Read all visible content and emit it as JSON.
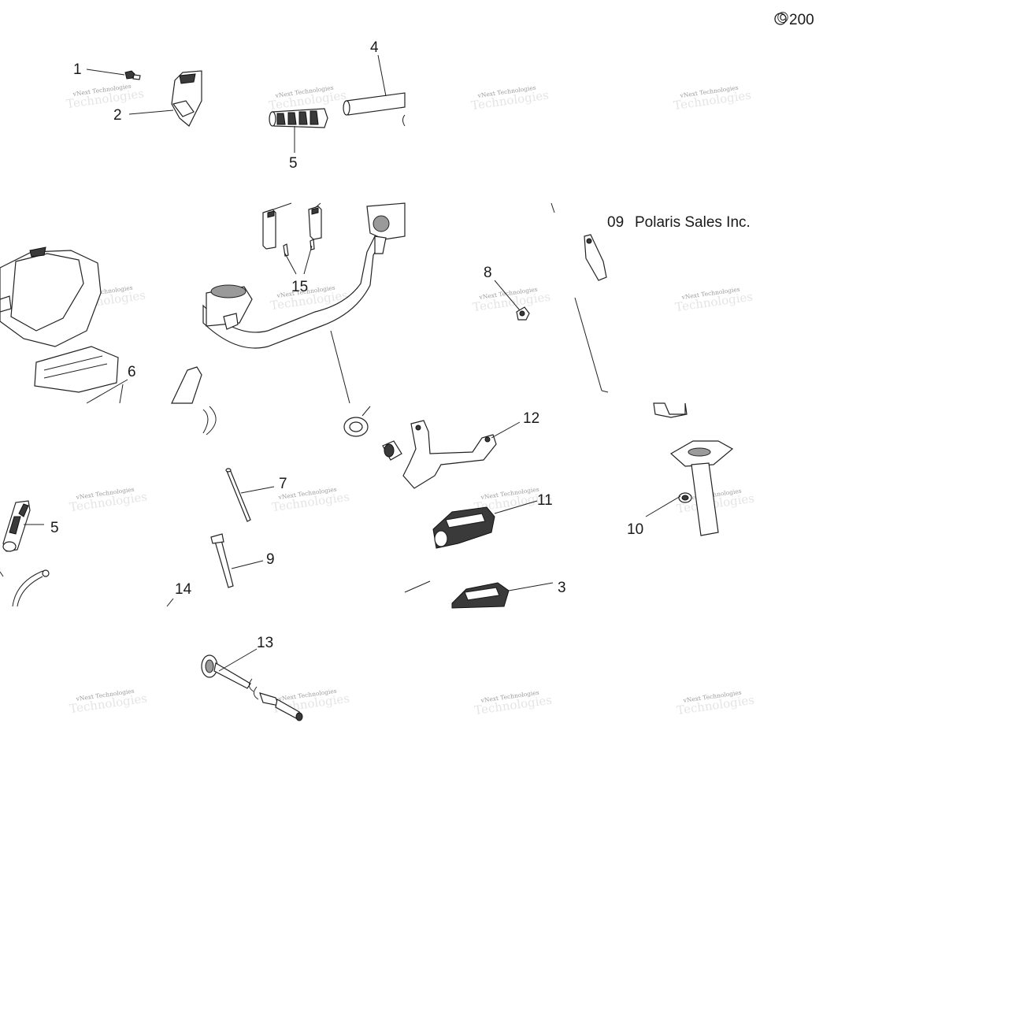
{
  "copyright": {
    "symbol": "©",
    "year_fragment": "200",
    "year_tail": "09",
    "company": "Polaris Sales Inc."
  },
  "watermark": {
    "text": "vNext Technologies"
  },
  "callouts": {
    "c1": "1",
    "c2": "2",
    "c3": "3",
    "c4": "4",
    "c5a": "5",
    "c5b": "5",
    "c6": "6",
    "c7": "7",
    "c8": "8",
    "c9": "9",
    "c10": "10",
    "c11": "11",
    "c12": "12",
    "c13": "13",
    "c14": "14",
    "c15": "15"
  }
}
